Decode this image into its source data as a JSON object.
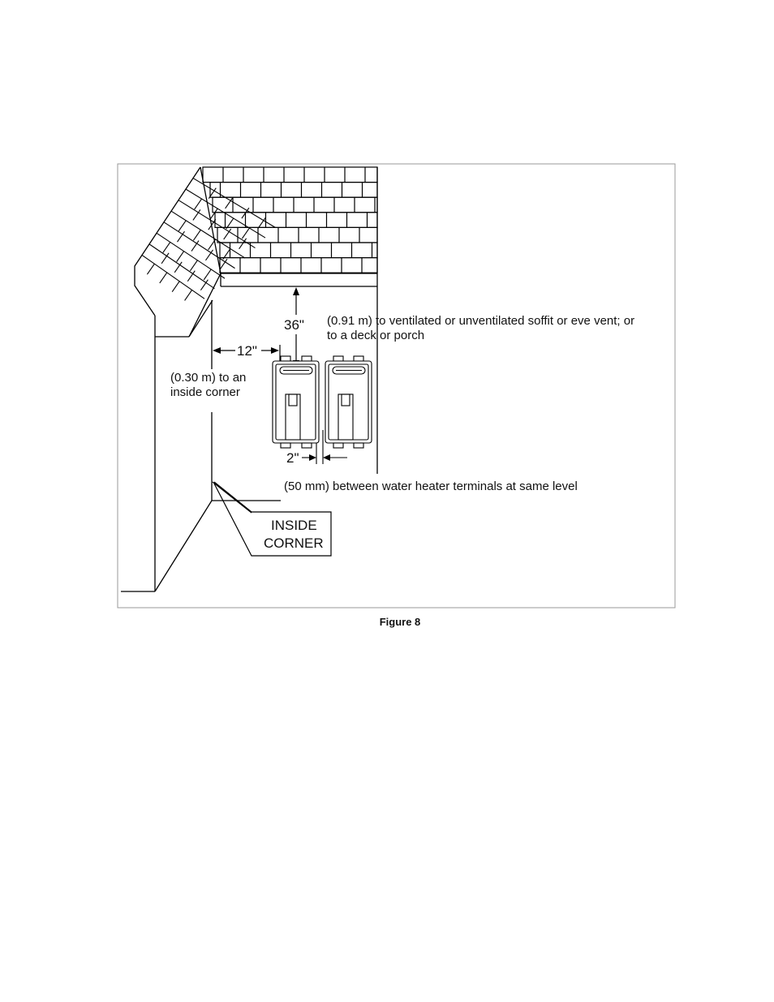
{
  "figure": {
    "caption": "Figure 8",
    "labels": {
      "soffit_dimension": "36\"",
      "soffit_note_line1": "(0.91 m) to ventilated or unventilated soffit or eve vent; or",
      "soffit_note_line2": "to a deck or porch",
      "corner_dimension": "12\"",
      "corner_note_line1": "(0.30 m) to an",
      "corner_note_line2": "inside corner",
      "spacing_dimension": "2\"",
      "spacing_note": "(50 mm) between water heater terminals at same level",
      "callout_line1": "INSIDE",
      "callout_line2": "CORNER"
    }
  }
}
